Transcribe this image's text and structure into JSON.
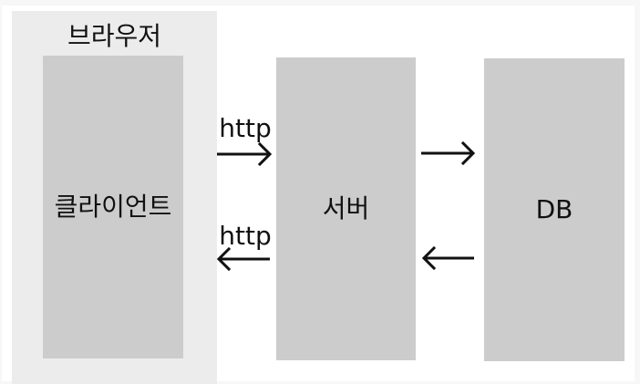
{
  "diagram": {
    "browser_label": "브라우저",
    "nodes": {
      "client": "클라이언트",
      "server": "서버",
      "database": "DB"
    },
    "edges": {
      "request_label": "http",
      "response_label": "http"
    }
  }
}
